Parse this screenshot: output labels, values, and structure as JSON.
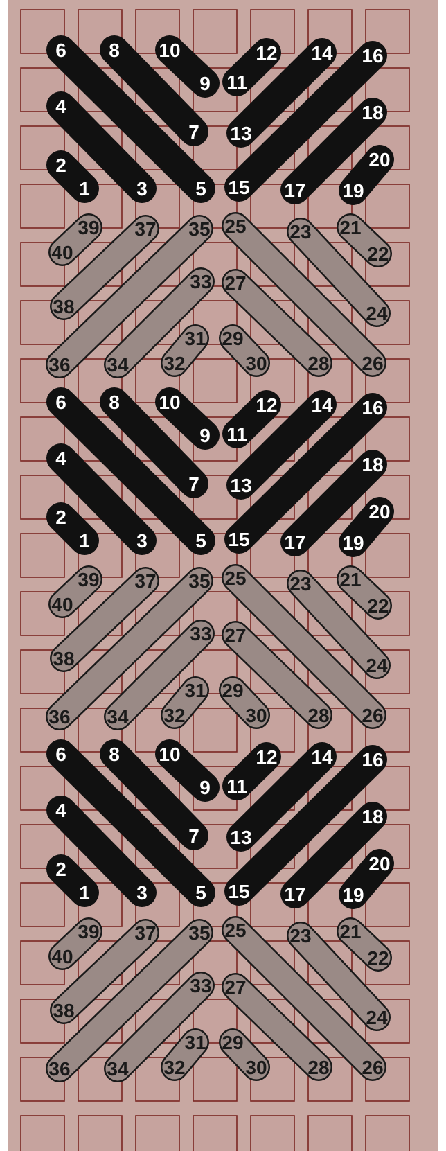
{
  "colors": {
    "background": "#c8a8a2",
    "grid_line": "#7a2622",
    "grid_square_fill": "#c6a39e",
    "dark_stitch": "#111111",
    "dark_stitch_text": "#ffffff",
    "light_stitch": "#9a8a86",
    "light_stitch_outline": "#1a1a1a",
    "light_stitch_text": "#1a1a1a"
  },
  "repeats": [
    {
      "id": "repeat-1",
      "dark_stitches": [
        {
          "start": "1",
          "end": "2"
        },
        {
          "start": "3",
          "end": "4"
        },
        {
          "start": "5",
          "end": "6"
        },
        {
          "start": "7",
          "end": "8"
        },
        {
          "start": "9",
          "end": "10"
        },
        {
          "start": "11",
          "end": "12"
        },
        {
          "start": "13",
          "end": "14"
        },
        {
          "start": "15",
          "end": "16"
        },
        {
          "start": "17",
          "end": "18"
        },
        {
          "start": "19",
          "end": "20"
        }
      ],
      "light_stitches": [
        {
          "start": "21",
          "end": "22"
        },
        {
          "start": "23",
          "end": "24"
        },
        {
          "start": "25",
          "end": "26"
        },
        {
          "start": "27",
          "end": "28"
        },
        {
          "start": "29",
          "end": "30"
        },
        {
          "start": "31",
          "end": "32"
        },
        {
          "start": "33",
          "end": "34"
        },
        {
          "start": "35",
          "end": "36"
        },
        {
          "start": "37",
          "end": "38"
        },
        {
          "start": "39",
          "end": "40"
        }
      ]
    },
    {
      "id": "repeat-2",
      "dark_stitches": [
        {
          "start": "1",
          "end": "2"
        },
        {
          "start": "3",
          "end": "4"
        },
        {
          "start": "5",
          "end": "6"
        },
        {
          "start": "7",
          "end": "8"
        },
        {
          "start": "9",
          "end": "10"
        },
        {
          "start": "11",
          "end": "12"
        },
        {
          "start": "13",
          "end": "14"
        },
        {
          "start": "15",
          "end": "16"
        },
        {
          "start": "17",
          "end": "18"
        },
        {
          "start": "19",
          "end": "20"
        }
      ],
      "light_stitches": [
        {
          "start": "21",
          "end": "22"
        },
        {
          "start": "23",
          "end": "24"
        },
        {
          "start": "25",
          "end": "26"
        },
        {
          "start": "27",
          "end": "28"
        },
        {
          "start": "29",
          "end": "30"
        },
        {
          "start": "31",
          "end": "32"
        },
        {
          "start": "33",
          "end": "34"
        },
        {
          "start": "35",
          "end": "36"
        },
        {
          "start": "37",
          "end": "38"
        },
        {
          "start": "39",
          "end": "40"
        }
      ]
    },
    {
      "id": "repeat-3",
      "dark_stitches": [
        {
          "start": "1",
          "end": "2"
        },
        {
          "start": "3",
          "end": "4"
        },
        {
          "start": "5",
          "end": "6"
        },
        {
          "start": "7",
          "end": "8"
        },
        {
          "start": "9",
          "end": "10"
        },
        {
          "start": "11",
          "end": "12"
        },
        {
          "start": "13",
          "end": "14"
        },
        {
          "start": "15",
          "end": "16"
        },
        {
          "start": "17",
          "end": "18"
        },
        {
          "start": "19",
          "end": "20"
        }
      ],
      "light_stitches": [
        {
          "start": "21",
          "end": "22"
        },
        {
          "start": "23",
          "end": "24"
        },
        {
          "start": "25",
          "end": "26"
        },
        {
          "start": "27",
          "end": "28"
        },
        {
          "start": "29",
          "end": "30"
        },
        {
          "start": "31",
          "end": "32"
        },
        {
          "start": "33",
          "end": "34"
        },
        {
          "start": "35",
          "end": "36"
        },
        {
          "start": "37",
          "end": "38"
        },
        {
          "start": "39",
          "end": "40"
        }
      ]
    }
  ]
}
